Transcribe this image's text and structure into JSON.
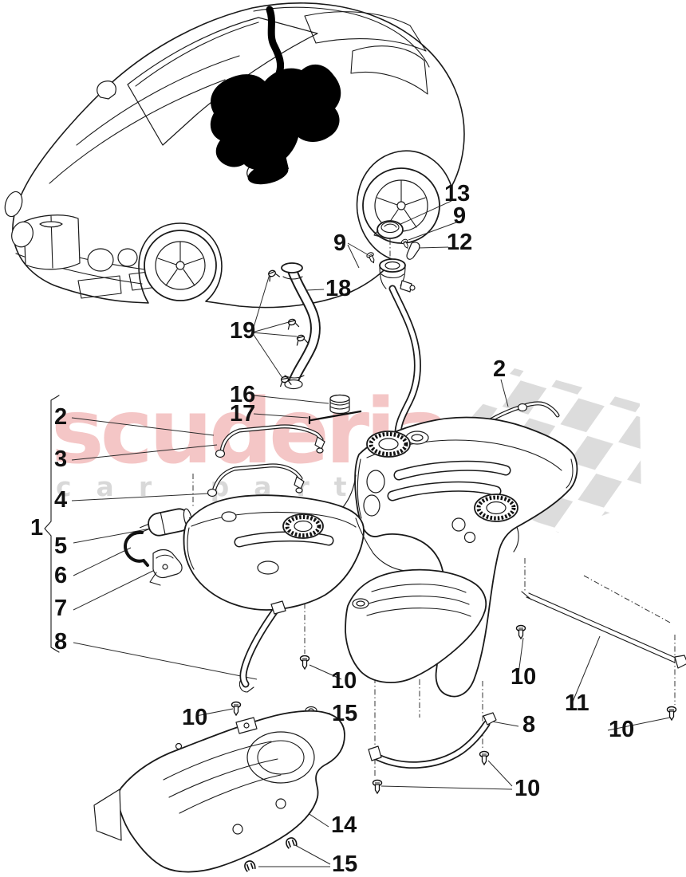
{
  "page": {
    "background": "#ffffff",
    "line_color": "#1a1a1a"
  },
  "watermark": {
    "brand": "scuderia",
    "subtitle": "car parts",
    "brand_color": "#f4c6c6",
    "subtitle_color": "#d8d8d8",
    "flag_color": "#dcdcdc"
  },
  "callouts": [
    "13",
    "9",
    "12",
    "9",
    "18",
    "19",
    "16",
    "17",
    "2",
    "2",
    "3",
    "4",
    "1",
    "5",
    "6",
    "7",
    "8",
    "10",
    "10",
    "11",
    "10",
    "15",
    "8",
    "10",
    "10",
    "14",
    "15"
  ]
}
